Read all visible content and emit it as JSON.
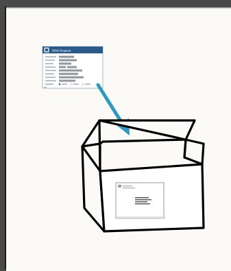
{
  "form": {
    "title": "IRMA Request",
    "icon": "form-logo-icon",
    "row_count": 9
  },
  "envelope": {
    "recipient_lines": 4
  },
  "colors": {
    "arrow": "#2e9ac0",
    "form_header": "#2b5b8c",
    "page_background": "#fcfaf7",
    "outline": "#000000"
  }
}
